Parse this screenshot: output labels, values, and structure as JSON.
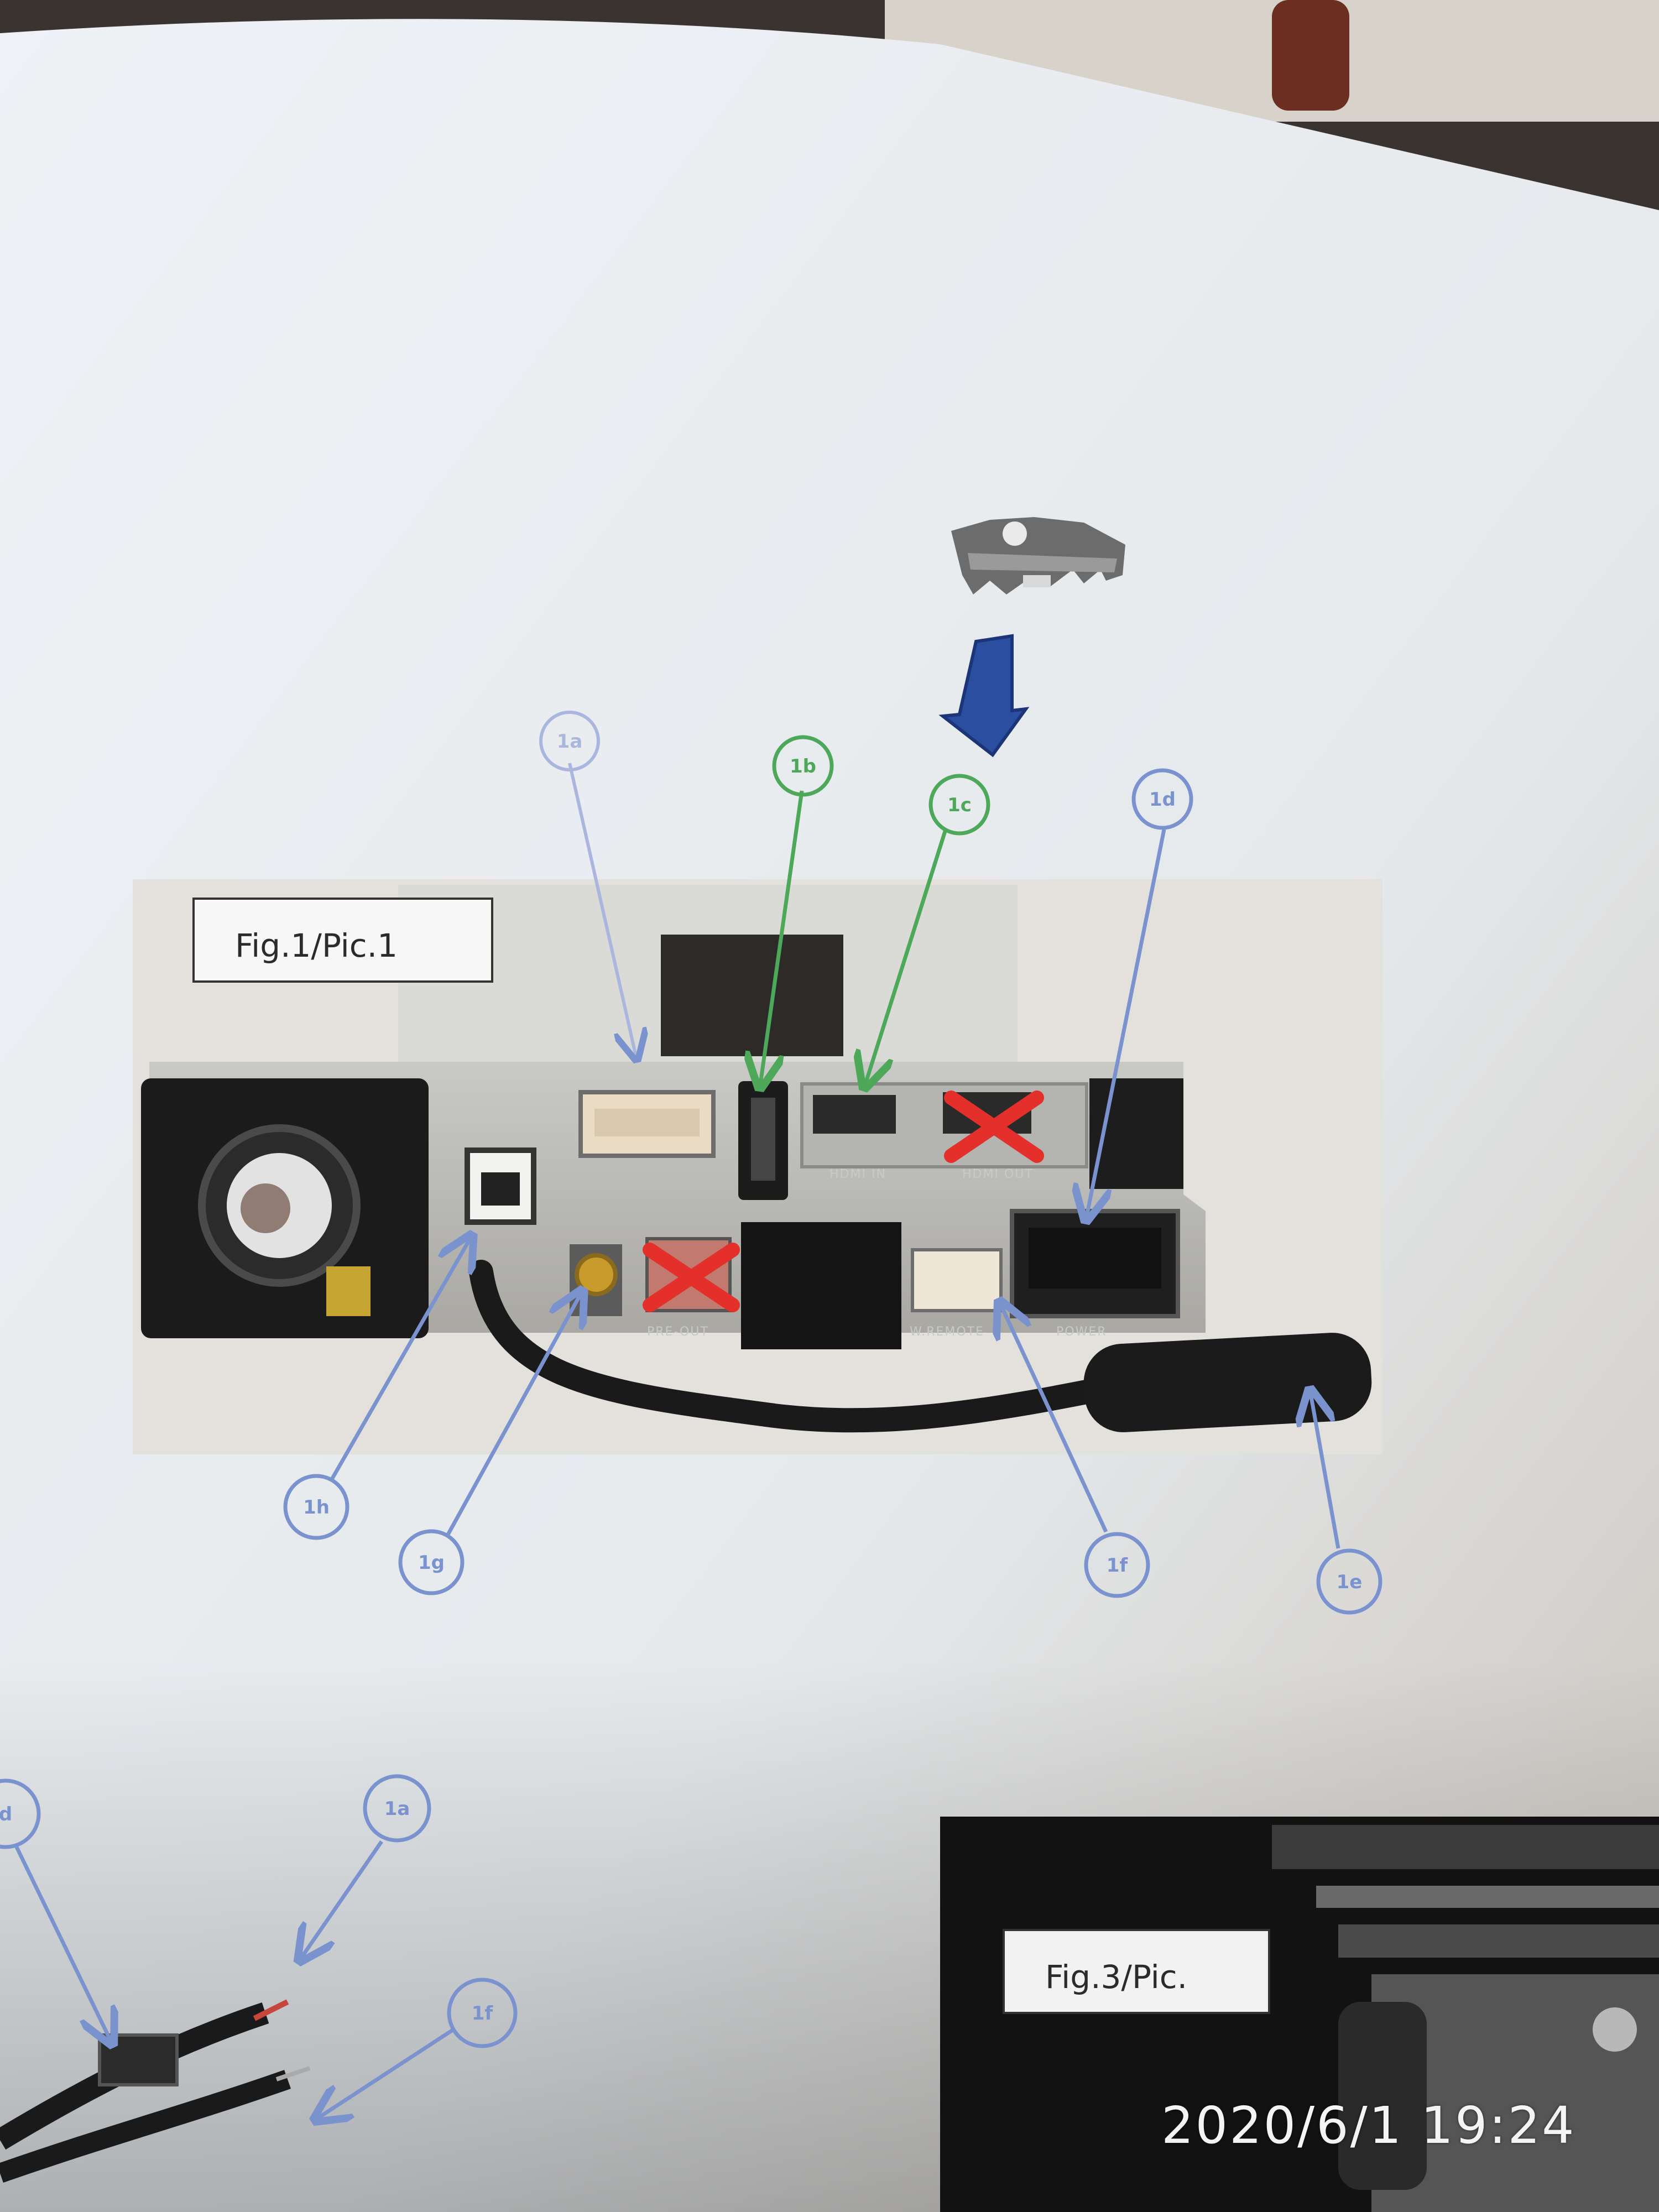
{
  "figures": {
    "fig1_label": "Fig.1/Pic.1",
    "fig3_label": "Fig.3/Pic."
  },
  "callouts": {
    "c1a": "1a",
    "c1b": "1b",
    "c1c": "1c",
    "c1d": "1d",
    "c1e": "1e",
    "c1f": "1f",
    "c1f2": "1f",
    "c1g": "1g",
    "c1h": "1h",
    "c1d_partial": "d",
    "c1a_lower": "1a",
    "c1f_lower": "1f"
  },
  "port_labels": {
    "hdmi_in": "HDMI IN",
    "hdmi_out": "HDMI OUT",
    "preout": "PRE-OUT",
    "wremote": "W.REMOTE",
    "power": "POWER"
  },
  "timestamp": "2020/6/1  19:24",
  "colors": {
    "paper": "#e9ecef",
    "callout_blue": "#7a93cf",
    "callout_green": "#4ea85a",
    "arrow_blue": "#2a4ea0",
    "cross_red": "#e3302a"
  }
}
